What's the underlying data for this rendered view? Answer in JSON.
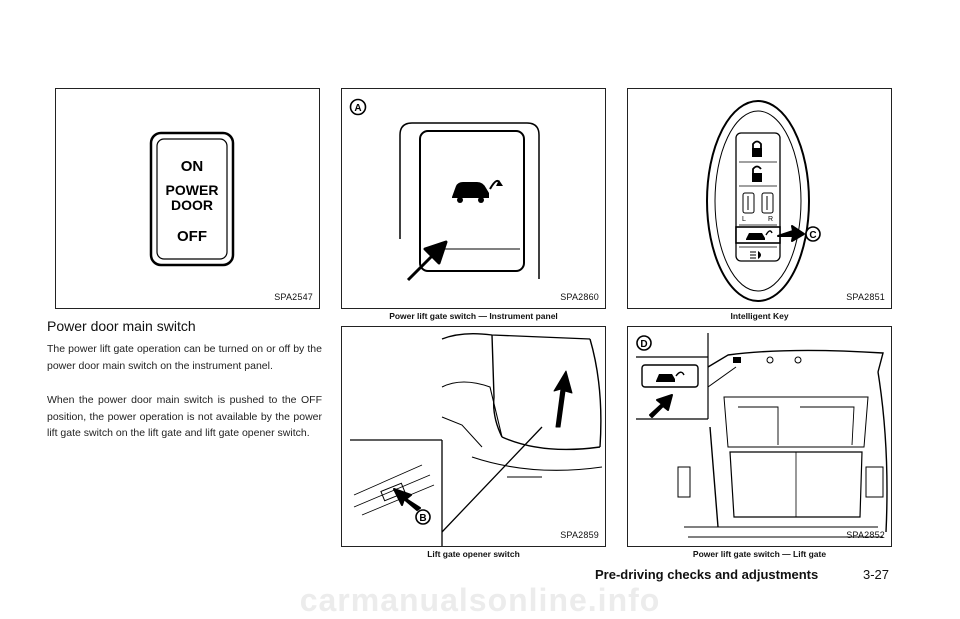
{
  "figures": {
    "power_door_switch": {
      "code": "SPA2547",
      "on": "ON",
      "power": "POWER",
      "door": "DOOR",
      "off": "OFF"
    },
    "instrument_panel": {
      "code": "SPA2860",
      "caption": "Power lift gate switch — Instrument panel",
      "callout": "A"
    },
    "intelligent_key": {
      "code": "SPA2851",
      "caption": "Intelligent Key",
      "callout": "C",
      "l": "L",
      "r": "R"
    },
    "opener_switch": {
      "code": "SPA2859",
      "caption": "Lift gate opener switch",
      "callout": "B"
    },
    "lift_gate_switch": {
      "code": "SPA2852",
      "caption": "Power lift gate switch — Lift gate",
      "callout": "D"
    }
  },
  "section": {
    "title": "Power door main switch",
    "paragraphs": [
      "The power lift gate operation can be turned on or off by the power door main switch on the instrument panel.",
      "When the power door main switch is pushed to the OFF position, the power operation is not available by the power lift gate switch on the lift gate and lift gate opener switch."
    ]
  },
  "footer": {
    "section": "Pre-driving checks and adjustments",
    "page": "3-27"
  },
  "watermark": "carmanualsonline.info"
}
